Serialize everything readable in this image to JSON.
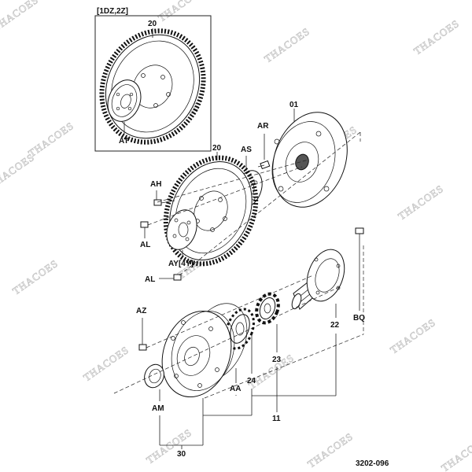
{
  "inset_caption": "[1DZ,2Z]",
  "labels": {
    "p20_inset": "20",
    "at": "AT",
    "p01": "01",
    "ar": "AR",
    "as": "AS",
    "p20_main": "20",
    "ah": "AH",
    "al_top": "AL",
    "ay": "AY[4Y]",
    "al_bottom": "AL",
    "az": "AZ",
    "bq": "BQ",
    "p22": "22",
    "p23": "23",
    "p24": "24",
    "aa": "AA",
    "p11": "11",
    "am": "AM",
    "p30": "30"
  },
  "drawing_number": "3202-096",
  "watermark": "THACOES"
}
